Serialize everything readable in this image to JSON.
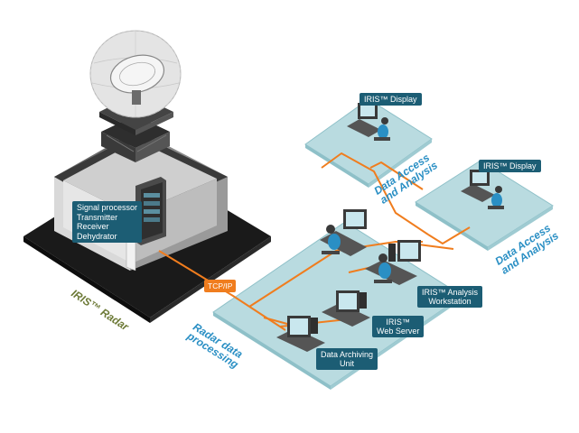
{
  "labels": {
    "iris_display_top": "IRIS™ Display",
    "iris_display_right": "IRIS™ Display",
    "radar_components": [
      "Signal processor",
      "Transmitter",
      "Receiver",
      "Dehydrator"
    ],
    "tcp_ip": "TCP/IP",
    "analysis_workstation": [
      "IRIS™ Analysis",
      "Workstation"
    ],
    "web_server": [
      "IRIS™",
      "Web Server"
    ],
    "data_archiving": [
      "Data Archiving",
      "Unit"
    ],
    "data_access_top": [
      "Data Access",
      "and Analysis"
    ],
    "data_access_right": [
      "Data Access",
      "and Analysis"
    ],
    "radar_data_processing": [
      "Radar data",
      "processing"
    ],
    "iris_radar": "IRIS™ Radar"
  },
  "colors": {
    "platform": "#b9dbe0",
    "platform_edge": "#8ec0c8",
    "network": "#f07d1e",
    "tag": "#1c5d74",
    "caption_blue": "#2a8fc4",
    "caption_olive": "#6d7a37",
    "base": "#1a1a1a"
  }
}
